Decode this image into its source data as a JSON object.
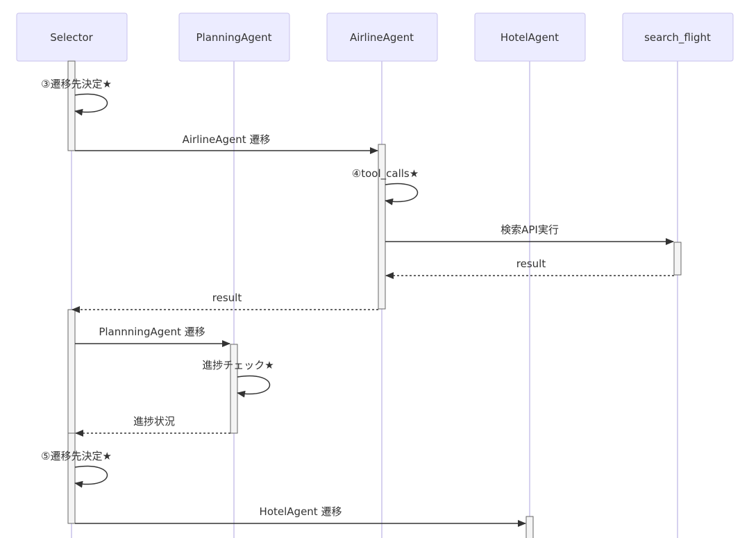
{
  "colors": {
    "actor_fill": "#ececff",
    "actor_stroke": "#c9c2ec",
    "lifeline": "#c8c2ea",
    "activation_fill": "#f4f4f4",
    "line": "#333333"
  },
  "actors": [
    {
      "id": "selector",
      "label": "Selector"
    },
    {
      "id": "planning",
      "label": "PlanningAgent"
    },
    {
      "id": "airline",
      "label": "AirlineAgent"
    },
    {
      "id": "hotel",
      "label": "HotelAgent"
    },
    {
      "id": "search",
      "label": "search_flight"
    }
  ],
  "messages": [
    {
      "id": "m1",
      "from": "selector",
      "to": "selector",
      "type": "self",
      "label": "③遷移先決定★"
    },
    {
      "id": "m2",
      "from": "selector",
      "to": "airline",
      "type": "solid",
      "label": "AirlineAgent 遷移"
    },
    {
      "id": "m3",
      "from": "airline",
      "to": "airline",
      "type": "self",
      "label": "④tool_calls★"
    },
    {
      "id": "m4",
      "from": "airline",
      "to": "search",
      "type": "solid",
      "label": "検索API実行"
    },
    {
      "id": "m5",
      "from": "search",
      "to": "airline",
      "type": "dashed",
      "label": "result"
    },
    {
      "id": "m6",
      "from": "airline",
      "to": "selector",
      "type": "dashed",
      "label": "result"
    },
    {
      "id": "m7",
      "from": "selector",
      "to": "planning",
      "type": "solid",
      "label": "PlannningAgent 遷移"
    },
    {
      "id": "m8",
      "from": "planning",
      "to": "planning",
      "type": "self",
      "label": "進捗チェック★"
    },
    {
      "id": "m9",
      "from": "planning",
      "to": "selector",
      "type": "dashed",
      "label": "進捗状況"
    },
    {
      "id": "m10",
      "from": "selector",
      "to": "selector",
      "type": "self",
      "label": "⑤遷移先決定★"
    },
    {
      "id": "m11",
      "from": "selector",
      "to": "hotel",
      "type": "solid",
      "label": "HotelAgent 遷移"
    }
  ]
}
